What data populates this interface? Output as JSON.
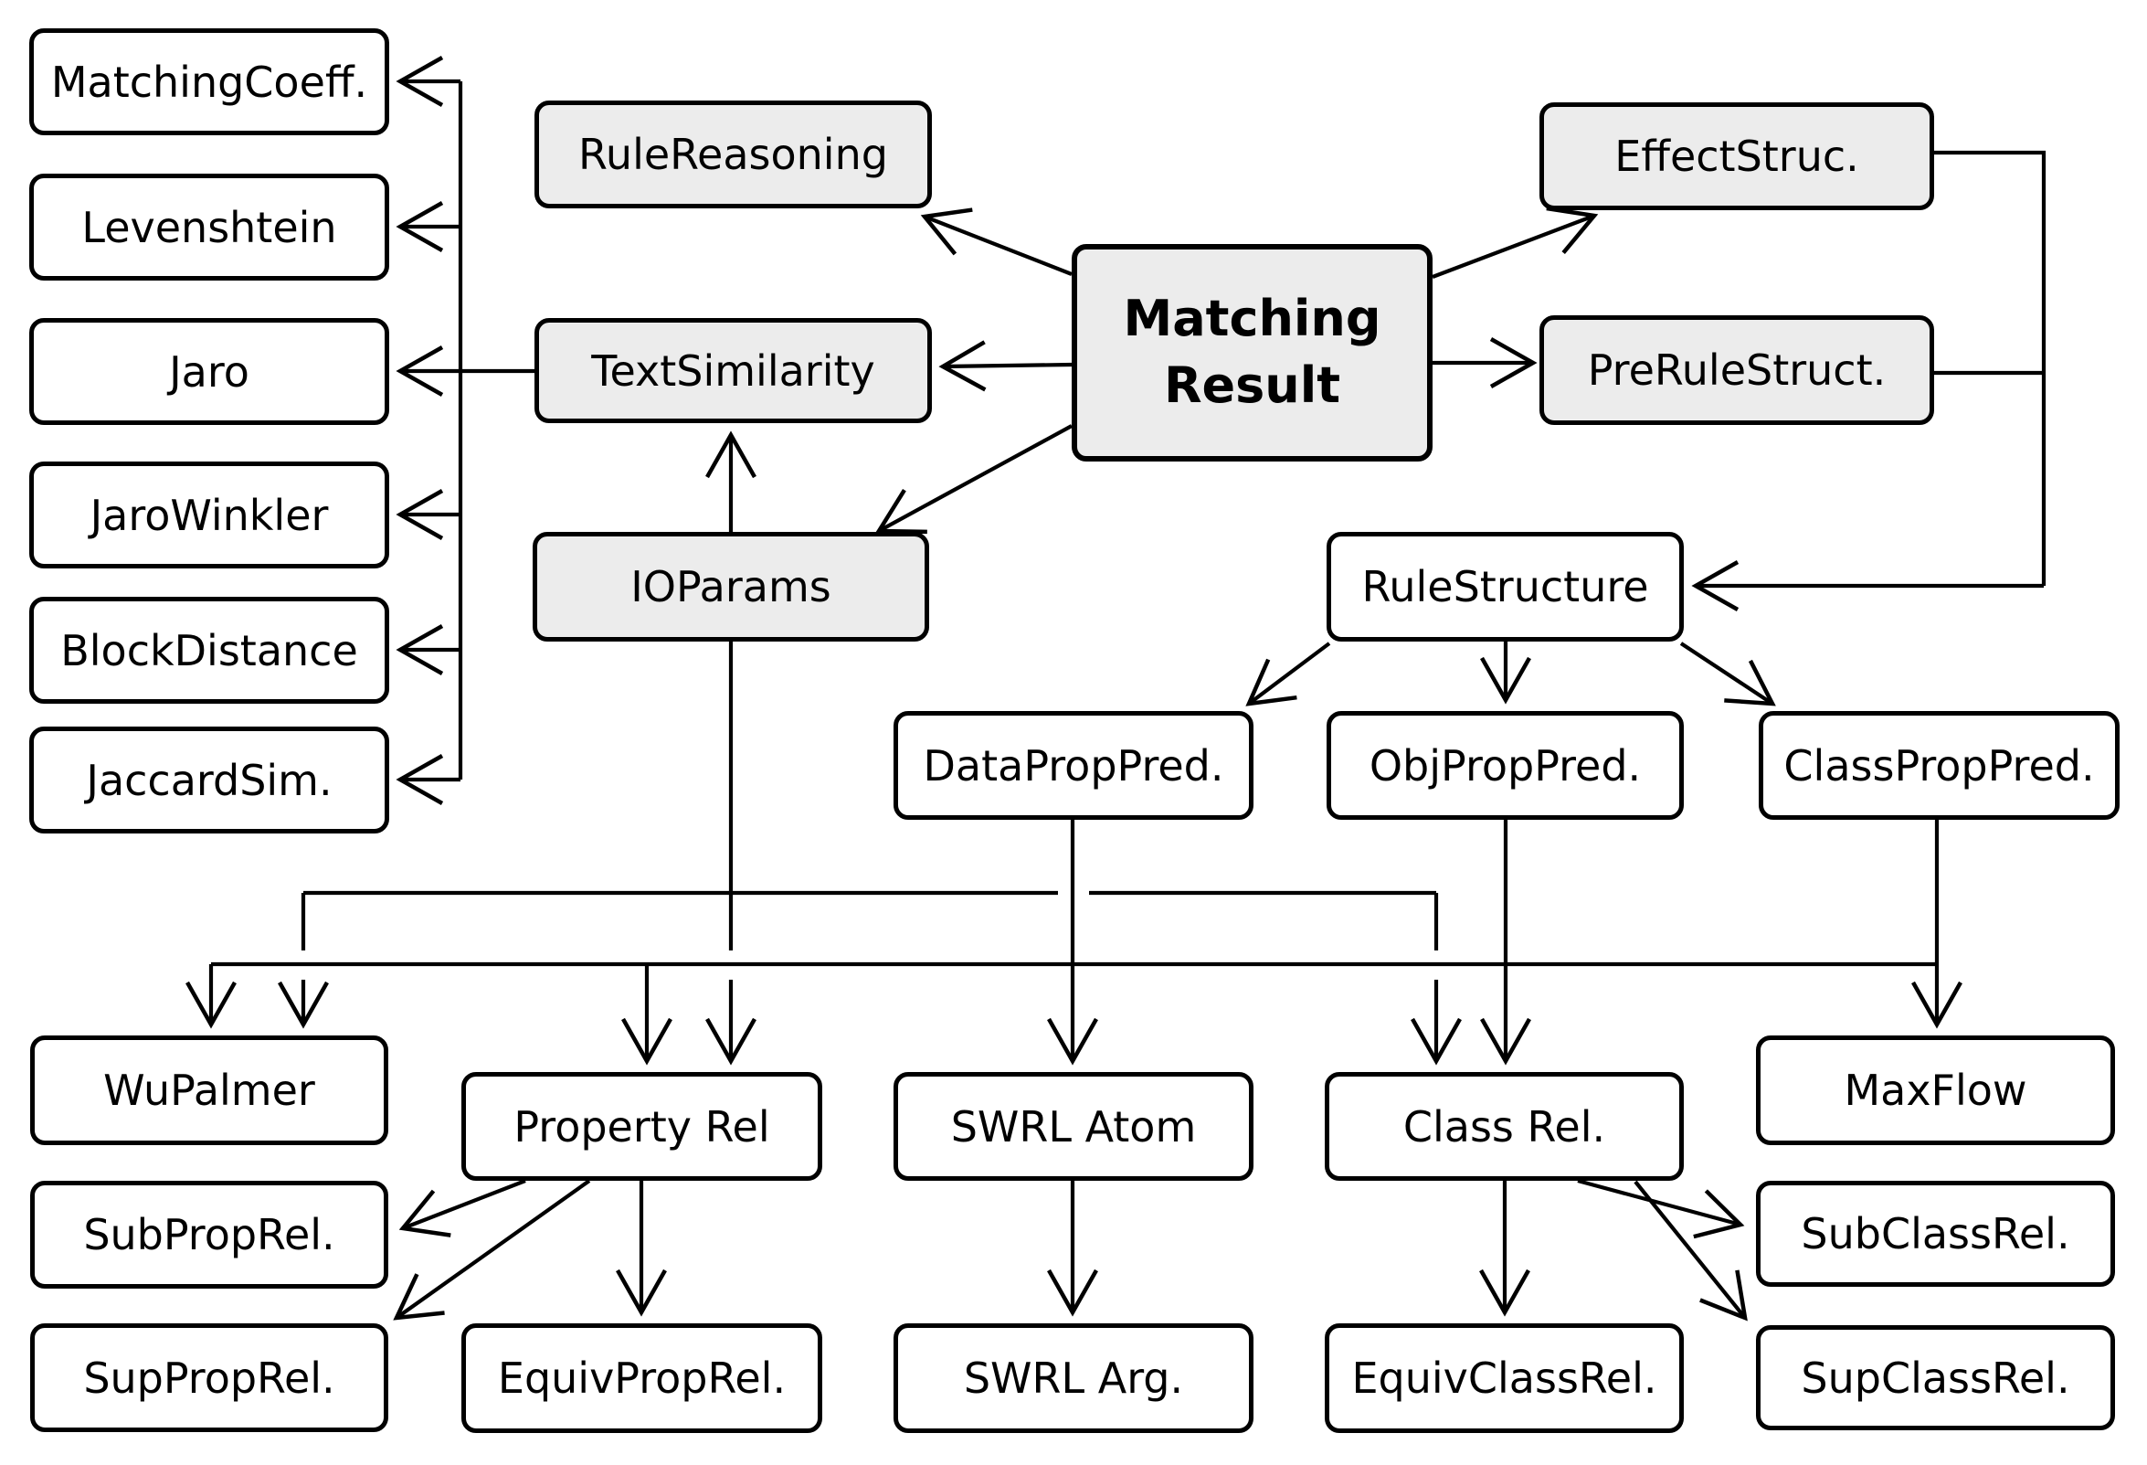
{
  "diagram": {
    "title": "Matching Result structure diagram",
    "colors": {
      "node_fill": "#ffffff",
      "highlight_fill": "#ececec",
      "stroke": "#000000"
    },
    "nodes": {
      "matching_coeff": {
        "label": "MatchingCoeff.",
        "style": "plain"
      },
      "levenshtein": {
        "label": "Levenshtein",
        "style": "plain"
      },
      "jaro": {
        "label": "Jaro",
        "style": "plain"
      },
      "jaro_winkler": {
        "label": "JaroWinkler",
        "style": "plain"
      },
      "block_distance": {
        "label": "BlockDistance",
        "style": "plain"
      },
      "jaccard_sim": {
        "label": "JaccardSim.",
        "style": "plain"
      },
      "rule_reasoning": {
        "label": "RuleReasoning",
        "style": "highlight"
      },
      "text_similarity": {
        "label": "TextSimilarity",
        "style": "highlight"
      },
      "io_params": {
        "label": "IOParams",
        "style": "highlight"
      },
      "matching_result": {
        "label": "Matching Result",
        "label_line1": "Matching",
        "label_line2": "Result",
        "style": "highlight-bold"
      },
      "effect_struc": {
        "label": "EffectStruc.",
        "style": "highlight"
      },
      "pre_rule_struct": {
        "label": "PreRuleStruct.",
        "style": "highlight"
      },
      "rule_structure": {
        "label": "RuleStructure",
        "style": "plain"
      },
      "data_prop_pred": {
        "label": "DataPropPred.",
        "style": "plain"
      },
      "obj_prop_pred": {
        "label": "ObjPropPred.",
        "style": "plain"
      },
      "class_prop_pred": {
        "label": "ClassPropPred.",
        "style": "plain"
      },
      "wu_palmer": {
        "label": "WuPalmer",
        "style": "plain"
      },
      "property_rel": {
        "label": "Property Rel",
        "style": "plain"
      },
      "swrl_atom": {
        "label": "SWRL Atom",
        "style": "plain"
      },
      "class_rel": {
        "label": "Class Rel.",
        "style": "plain"
      },
      "max_flow": {
        "label": "MaxFlow",
        "style": "plain"
      },
      "sub_prop_rel": {
        "label": "SubPropRel.",
        "style": "plain"
      },
      "sub_class_rel": {
        "label": "SubClassRel.",
        "style": "plain"
      },
      "sup_prop_rel": {
        "label": "SupPropRel.",
        "style": "plain"
      },
      "equiv_prop_rel": {
        "label": "EquivPropRel.",
        "style": "plain"
      },
      "swrl_arg": {
        "label": "SWRL Arg.",
        "style": "plain"
      },
      "equiv_class_rel": {
        "label": "EquivClassRel.",
        "style": "plain"
      },
      "sup_class_rel": {
        "label": "SupClassRel.",
        "style": "plain"
      }
    },
    "edges": [
      {
        "from": "matching_result",
        "to": "rule_reasoning"
      },
      {
        "from": "matching_result",
        "to": "text_similarity"
      },
      {
        "from": "matching_result",
        "to": "effect_struc"
      },
      {
        "from": "matching_result",
        "to": "pre_rule_struct"
      },
      {
        "from": "matching_result",
        "to": "io_params"
      },
      {
        "from": "io_params",
        "to": "text_similarity"
      },
      {
        "from": "text_similarity",
        "to": "matching_coeff"
      },
      {
        "from": "text_similarity",
        "to": "levenshtein"
      },
      {
        "from": "text_similarity",
        "to": "jaro"
      },
      {
        "from": "text_similarity",
        "to": "jaro_winkler"
      },
      {
        "from": "text_similarity",
        "to": "block_distance"
      },
      {
        "from": "text_similarity",
        "to": "jaccard_sim"
      },
      {
        "from": "effect_struc",
        "to": "rule_structure"
      },
      {
        "from": "pre_rule_struct",
        "to": "rule_structure"
      },
      {
        "from": "rule_structure",
        "to": "data_prop_pred"
      },
      {
        "from": "rule_structure",
        "to": "obj_prop_pred"
      },
      {
        "from": "rule_structure",
        "to": "class_prop_pred"
      },
      {
        "from": "io_params",
        "to": "property_rel"
      },
      {
        "from": "io_params",
        "to": "wu_palmer"
      },
      {
        "from": "io_params",
        "to": "class_rel"
      },
      {
        "from": "class_prop_pred",
        "to": "wu_palmer"
      },
      {
        "from": "class_prop_pred",
        "to": "property_rel"
      },
      {
        "from": "class_prop_pred",
        "to": "max_flow"
      },
      {
        "from": "data_prop_pred",
        "to": "swrl_atom"
      },
      {
        "from": "obj_prop_pred",
        "to": "class_rel"
      },
      {
        "from": "property_rel",
        "to": "sub_prop_rel"
      },
      {
        "from": "property_rel",
        "to": "sup_prop_rel"
      },
      {
        "from": "property_rel",
        "to": "equiv_prop_rel"
      },
      {
        "from": "swrl_atom",
        "to": "swrl_arg"
      },
      {
        "from": "class_rel",
        "to": "equiv_class_rel"
      },
      {
        "from": "class_rel",
        "to": "sub_class_rel"
      },
      {
        "from": "class_rel",
        "to": "sup_class_rel"
      }
    ]
  }
}
